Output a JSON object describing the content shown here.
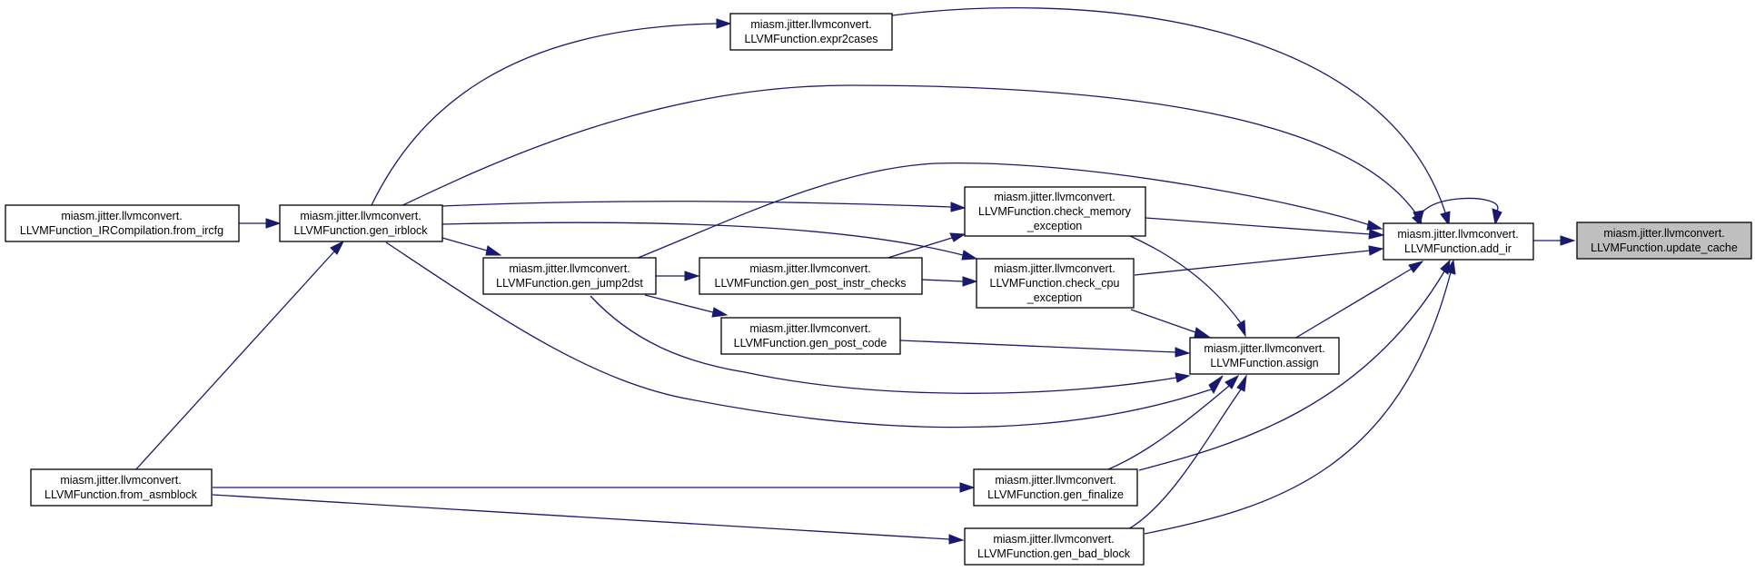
{
  "colors": {
    "edge": "#191970",
    "focus_fill": "#bfbfbf",
    "node_fill": "#ffffff",
    "node_border": "#000000"
  },
  "nodes": {
    "update_cache": [
      "miasm.jitter.llvmconvert.",
      "LLVMFunction.update_cache"
    ],
    "add_ir": [
      "miasm.jitter.llvmconvert.",
      "LLVMFunction.add_ir"
    ],
    "expr2cases": [
      "miasm.jitter.llvmconvert.",
      "LLVMFunction.expr2cases"
    ],
    "gen_irblock": [
      "miasm.jitter.llvmconvert.",
      "LLVMFunction.gen_irblock"
    ],
    "from_ircfg": [
      "miasm.jitter.llvmconvert.",
      "LLVMFunction_IRCompilation.from_ircfg"
    ],
    "check_memory_exception": [
      "miasm.jitter.llvmconvert.",
      "LLVMFunction.check_memory",
      "_exception"
    ],
    "check_cpu_exception": [
      "miasm.jitter.llvmconvert.",
      "LLVMFunction.check_cpu",
      "_exception"
    ],
    "gen_jump2dst": [
      "miasm.jitter.llvmconvert.",
      "LLVMFunction.gen_jump2dst"
    ],
    "gen_post_instr_checks": [
      "miasm.jitter.llvmconvert.",
      "LLVMFunction.gen_post_instr_checks"
    ],
    "gen_post_code": [
      "miasm.jitter.llvmconvert.",
      "LLVMFunction.gen_post_code"
    ],
    "assign": [
      "miasm.jitter.llvmconvert.",
      "LLVMFunction.assign"
    ],
    "from_asmblock": [
      "miasm.jitter.llvmconvert.",
      "LLVMFunction.from_asmblock"
    ],
    "gen_finalize": [
      "miasm.jitter.llvmconvert.",
      "LLVMFunction.gen_finalize"
    ],
    "gen_bad_block": [
      "miasm.jitter.llvmconvert.",
      "LLVMFunction.gen_bad_block"
    ]
  },
  "edges": [
    [
      "add_ir",
      "update_cache"
    ],
    [
      "add_ir",
      "add_ir"
    ],
    [
      "expr2cases",
      "add_ir"
    ],
    [
      "gen_irblock",
      "add_ir"
    ],
    [
      "check_memory_exception",
      "add_ir"
    ],
    [
      "gen_jump2dst",
      "add_ir"
    ],
    [
      "check_cpu_exception",
      "add_ir"
    ],
    [
      "assign",
      "add_ir"
    ],
    [
      "gen_finalize",
      "add_ir"
    ],
    [
      "gen_bad_block",
      "add_ir"
    ],
    [
      "gen_irblock",
      "expr2cases"
    ],
    [
      "from_ircfg",
      "gen_irblock"
    ],
    [
      "from_asmblock",
      "gen_irblock"
    ],
    [
      "gen_irblock",
      "check_memory_exception"
    ],
    [
      "gen_irblock",
      "check_cpu_exception"
    ],
    [
      "gen_irblock",
      "gen_jump2dst"
    ],
    [
      "gen_irblock",
      "assign"
    ],
    [
      "gen_post_instr_checks",
      "check_memory_exception"
    ],
    [
      "gen_jump2dst",
      "gen_post_instr_checks"
    ],
    [
      "gen_post_instr_checks",
      "check_cpu_exception"
    ],
    [
      "gen_jump2dst",
      "gen_post_code"
    ],
    [
      "gen_jump2dst",
      "assign"
    ],
    [
      "check_memory_exception",
      "assign"
    ],
    [
      "check_cpu_exception",
      "assign"
    ],
    [
      "gen_post_code",
      "assign"
    ],
    [
      "gen_finalize",
      "assign"
    ],
    [
      "gen_bad_block",
      "assign"
    ],
    [
      "from_asmblock",
      "gen_finalize"
    ],
    [
      "from_asmblock",
      "gen_bad_block"
    ]
  ]
}
